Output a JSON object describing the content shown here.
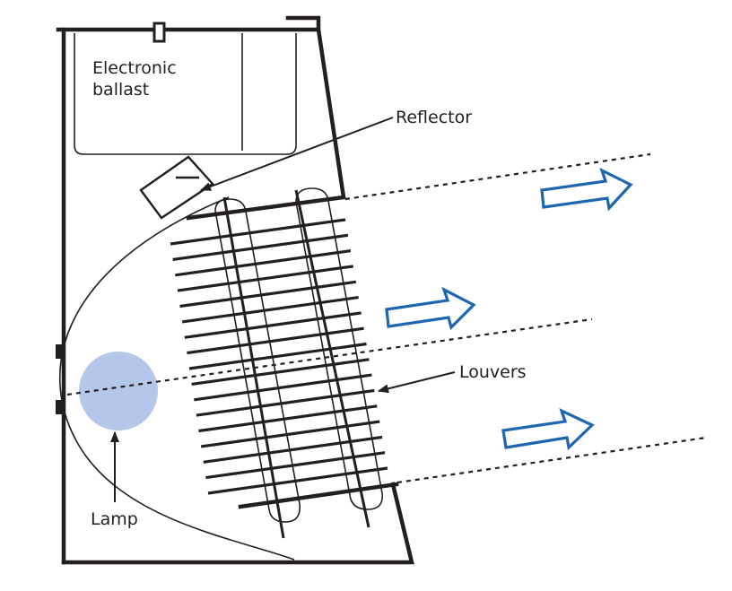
{
  "labels": {
    "ballast_line1": "Electronic",
    "ballast_line2": "ballast",
    "reflector": "Reflector",
    "louvers": "Louvers",
    "lamp": "Lamp"
  },
  "colors": {
    "outline": "#231f20",
    "lamp_fill": "#b3c7e8",
    "arrow": "#1f66b0"
  },
  "louver_slat_count": 17,
  "airflow_arrow_count": 3
}
